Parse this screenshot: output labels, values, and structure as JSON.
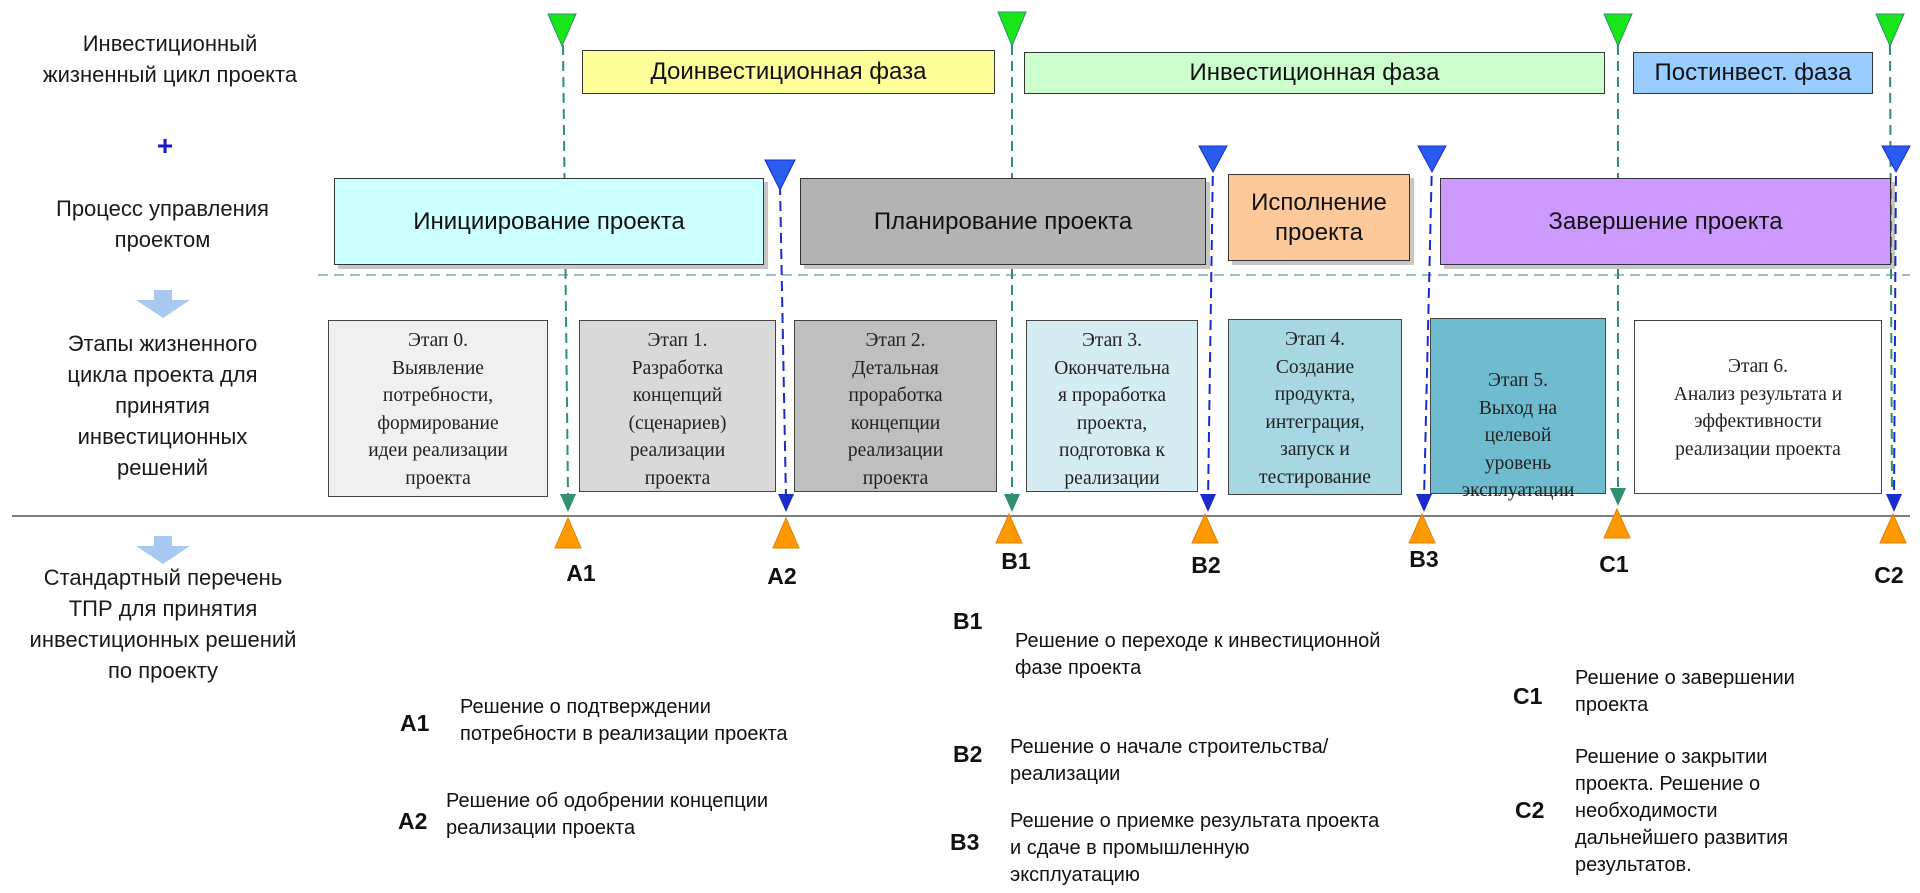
{
  "left_labels": {
    "lifecycle": "Инвестиционный\nжизненный цикл проекта",
    "plus": "+",
    "process": "Процесс управления\nпроектом",
    "stages": "Этапы  жизненного\nцикла проекта для\nпринятия\nинвестиционных\nрешений",
    "decisions": "Стандартный перечень\nТПР для принятия\nинвестиционных решений\nпо проекту"
  },
  "phases": [
    {
      "label": "Доинвестиционная фаза",
      "color": "#ffff99"
    },
    {
      "label": "Инвестиционная фаза",
      "color": "#ccffcc"
    },
    {
      "label": "Постинвест. фаза",
      "color": "#99ccff"
    }
  ],
  "processes": [
    {
      "label": "Инициирование проекта",
      "color": "#ccffff"
    },
    {
      "label": "Планирование проекта",
      "color": "#b3b3b3"
    },
    {
      "label": "Исполнение\nпроекта",
      "color": "#fdc99a"
    },
    {
      "label": "Завершение проекта",
      "color": "#cc99ff"
    }
  ],
  "stages": [
    {
      "title": "Этап 0.",
      "desc": "Выявление\nпотребности,\nформирование\nидеи реализации\nпроекта",
      "color": "#f0f0f0"
    },
    {
      "title": "Этап 1.",
      "desc": "Разработка\nконцепций\n(сценариев)\nреализации\nпроекта",
      "color": "#d9d9d9"
    },
    {
      "title": "Этап 2.",
      "desc": "Детальная\nпроработка\nконцепции\nреализации\nпроекта",
      "color": "#bfbfbf"
    },
    {
      "title": "Этап 3.",
      "desc": "Окончательна\nя проработка\nпроекта,\nподготовка к\nреализации",
      "color": "#d4ecf2"
    },
    {
      "title": "Этап 4.",
      "desc": "Создание\nпродукта,\nинтеграция,\nзапуск и\nтестирование",
      "color": "#a6d7e3"
    },
    {
      "title": "Этап 5.",
      "desc": "Выход на\nцелевой\nуровень\nэксплуатации",
      "color": "#70bccf"
    },
    {
      "title": "Этап 6.",
      "desc": "Анализ результата и\nэффективности\nреализации проекта",
      "color": "#ffffff"
    }
  ],
  "milestones": [
    "A1",
    "A2",
    "B1",
    "B2",
    "B3",
    "C1",
    "C2"
  ],
  "decisions": [
    {
      "code": "A1",
      "text": "Решение о подтверждении\nпотребности в реализации проекта"
    },
    {
      "code": "A2",
      "text": "Решение об одобрении концепции\nреализации проекта"
    },
    {
      "code": "B1",
      "text": "Решение о переходе к инвестиционной\nфазе проекта"
    },
    {
      "code": "B2",
      "text": "Решение о начале строительства/\nреализации"
    },
    {
      "code": "B3",
      "text": "Решение о приемке результата проекта\nи сдаче в промышленную\nэксплуатацию"
    },
    {
      "code": "C1",
      "text": "Решение о завершении\nпроекта"
    },
    {
      "code": "C2",
      "text": "Решение о закрытии\nпроекта. Решение о\nнеобходимости\nдальнейшего развития\nрезультатов."
    }
  ],
  "colors": {
    "green_marker": "#19e619",
    "blue_marker": "#2255ee",
    "orange_marker": "#ff9900",
    "green_line": "#2f8f6f",
    "blue_line": "#1a2bcc",
    "arrow_fill": "#a9c9f0",
    "plus": "#1a1acc"
  }
}
